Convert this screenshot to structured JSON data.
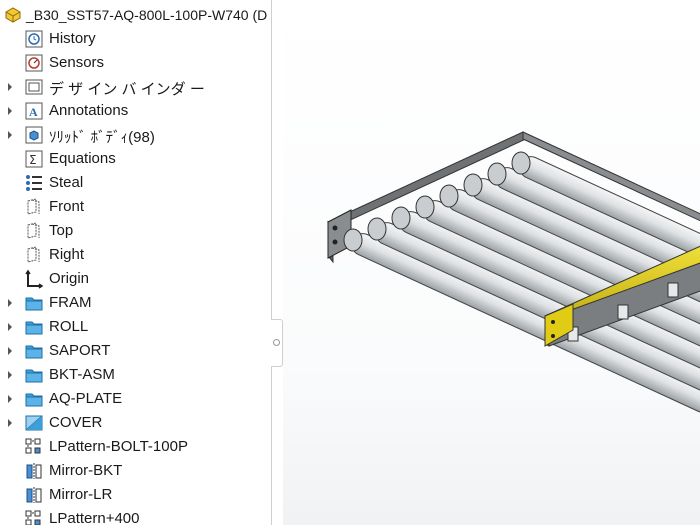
{
  "tree": {
    "root_label": "_B30_SST57-AQ-800L-100P-W740  (D",
    "items": [
      {
        "label": "History",
        "icon": "history-icon",
        "expander": false
      },
      {
        "label": "Sensors",
        "icon": "sensors-icon",
        "expander": false
      },
      {
        "label": "デ ザ イン バ インダ ー",
        "icon": "design-binder-icon",
        "expander": true
      },
      {
        "label": "Annotations",
        "icon": "annotations-icon",
        "expander": true
      },
      {
        "label": "ｿﾘｯﾄﾞ ﾎﾞﾃﾞｨ(98)",
        "icon": "solid-bodies-icon",
        "expander": true
      },
      {
        "label": "Equations",
        "icon": "equations-icon",
        "expander": false
      },
      {
        "label": "Steal",
        "icon": "material-icon",
        "expander": false
      },
      {
        "label": "Front",
        "icon": "plane-icon",
        "expander": false
      },
      {
        "label": "Top",
        "icon": "plane-icon",
        "expander": false
      },
      {
        "label": "Right",
        "icon": "plane-icon",
        "expander": false
      },
      {
        "label": "Origin",
        "icon": "origin-icon",
        "expander": false
      },
      {
        "label": "FRAM",
        "icon": "folder-icon",
        "expander": true
      },
      {
        "label": "ROLL",
        "icon": "folder-icon",
        "expander": true
      },
      {
        "label": "SAPORT",
        "icon": "folder-icon",
        "expander": true
      },
      {
        "label": "BKT-ASM",
        "icon": "folder-icon",
        "expander": true
      },
      {
        "label": "AQ-PLATE",
        "icon": "folder-icon",
        "expander": true
      },
      {
        "label": "COVER",
        "icon": "folder-cover-icon",
        "expander": true
      },
      {
        "label": "LPattern-BOLT-100P",
        "icon": "linear-pattern-icon",
        "expander": false
      },
      {
        "label": "Mirror-BKT",
        "icon": "mirror-icon",
        "expander": false
      },
      {
        "label": "Mirror-LR",
        "icon": "mirror-icon",
        "expander": false
      },
      {
        "label": "LPattern+400",
        "icon": "linear-pattern-icon",
        "expander": false
      }
    ]
  },
  "viewport": {
    "model": "roller conveyor 3D model"
  },
  "colors": {
    "folder": "#3d9fd8",
    "frame_yellow": "#e2cf12",
    "roller": "#d9dde0",
    "frame_gray": "#8a8d90"
  }
}
